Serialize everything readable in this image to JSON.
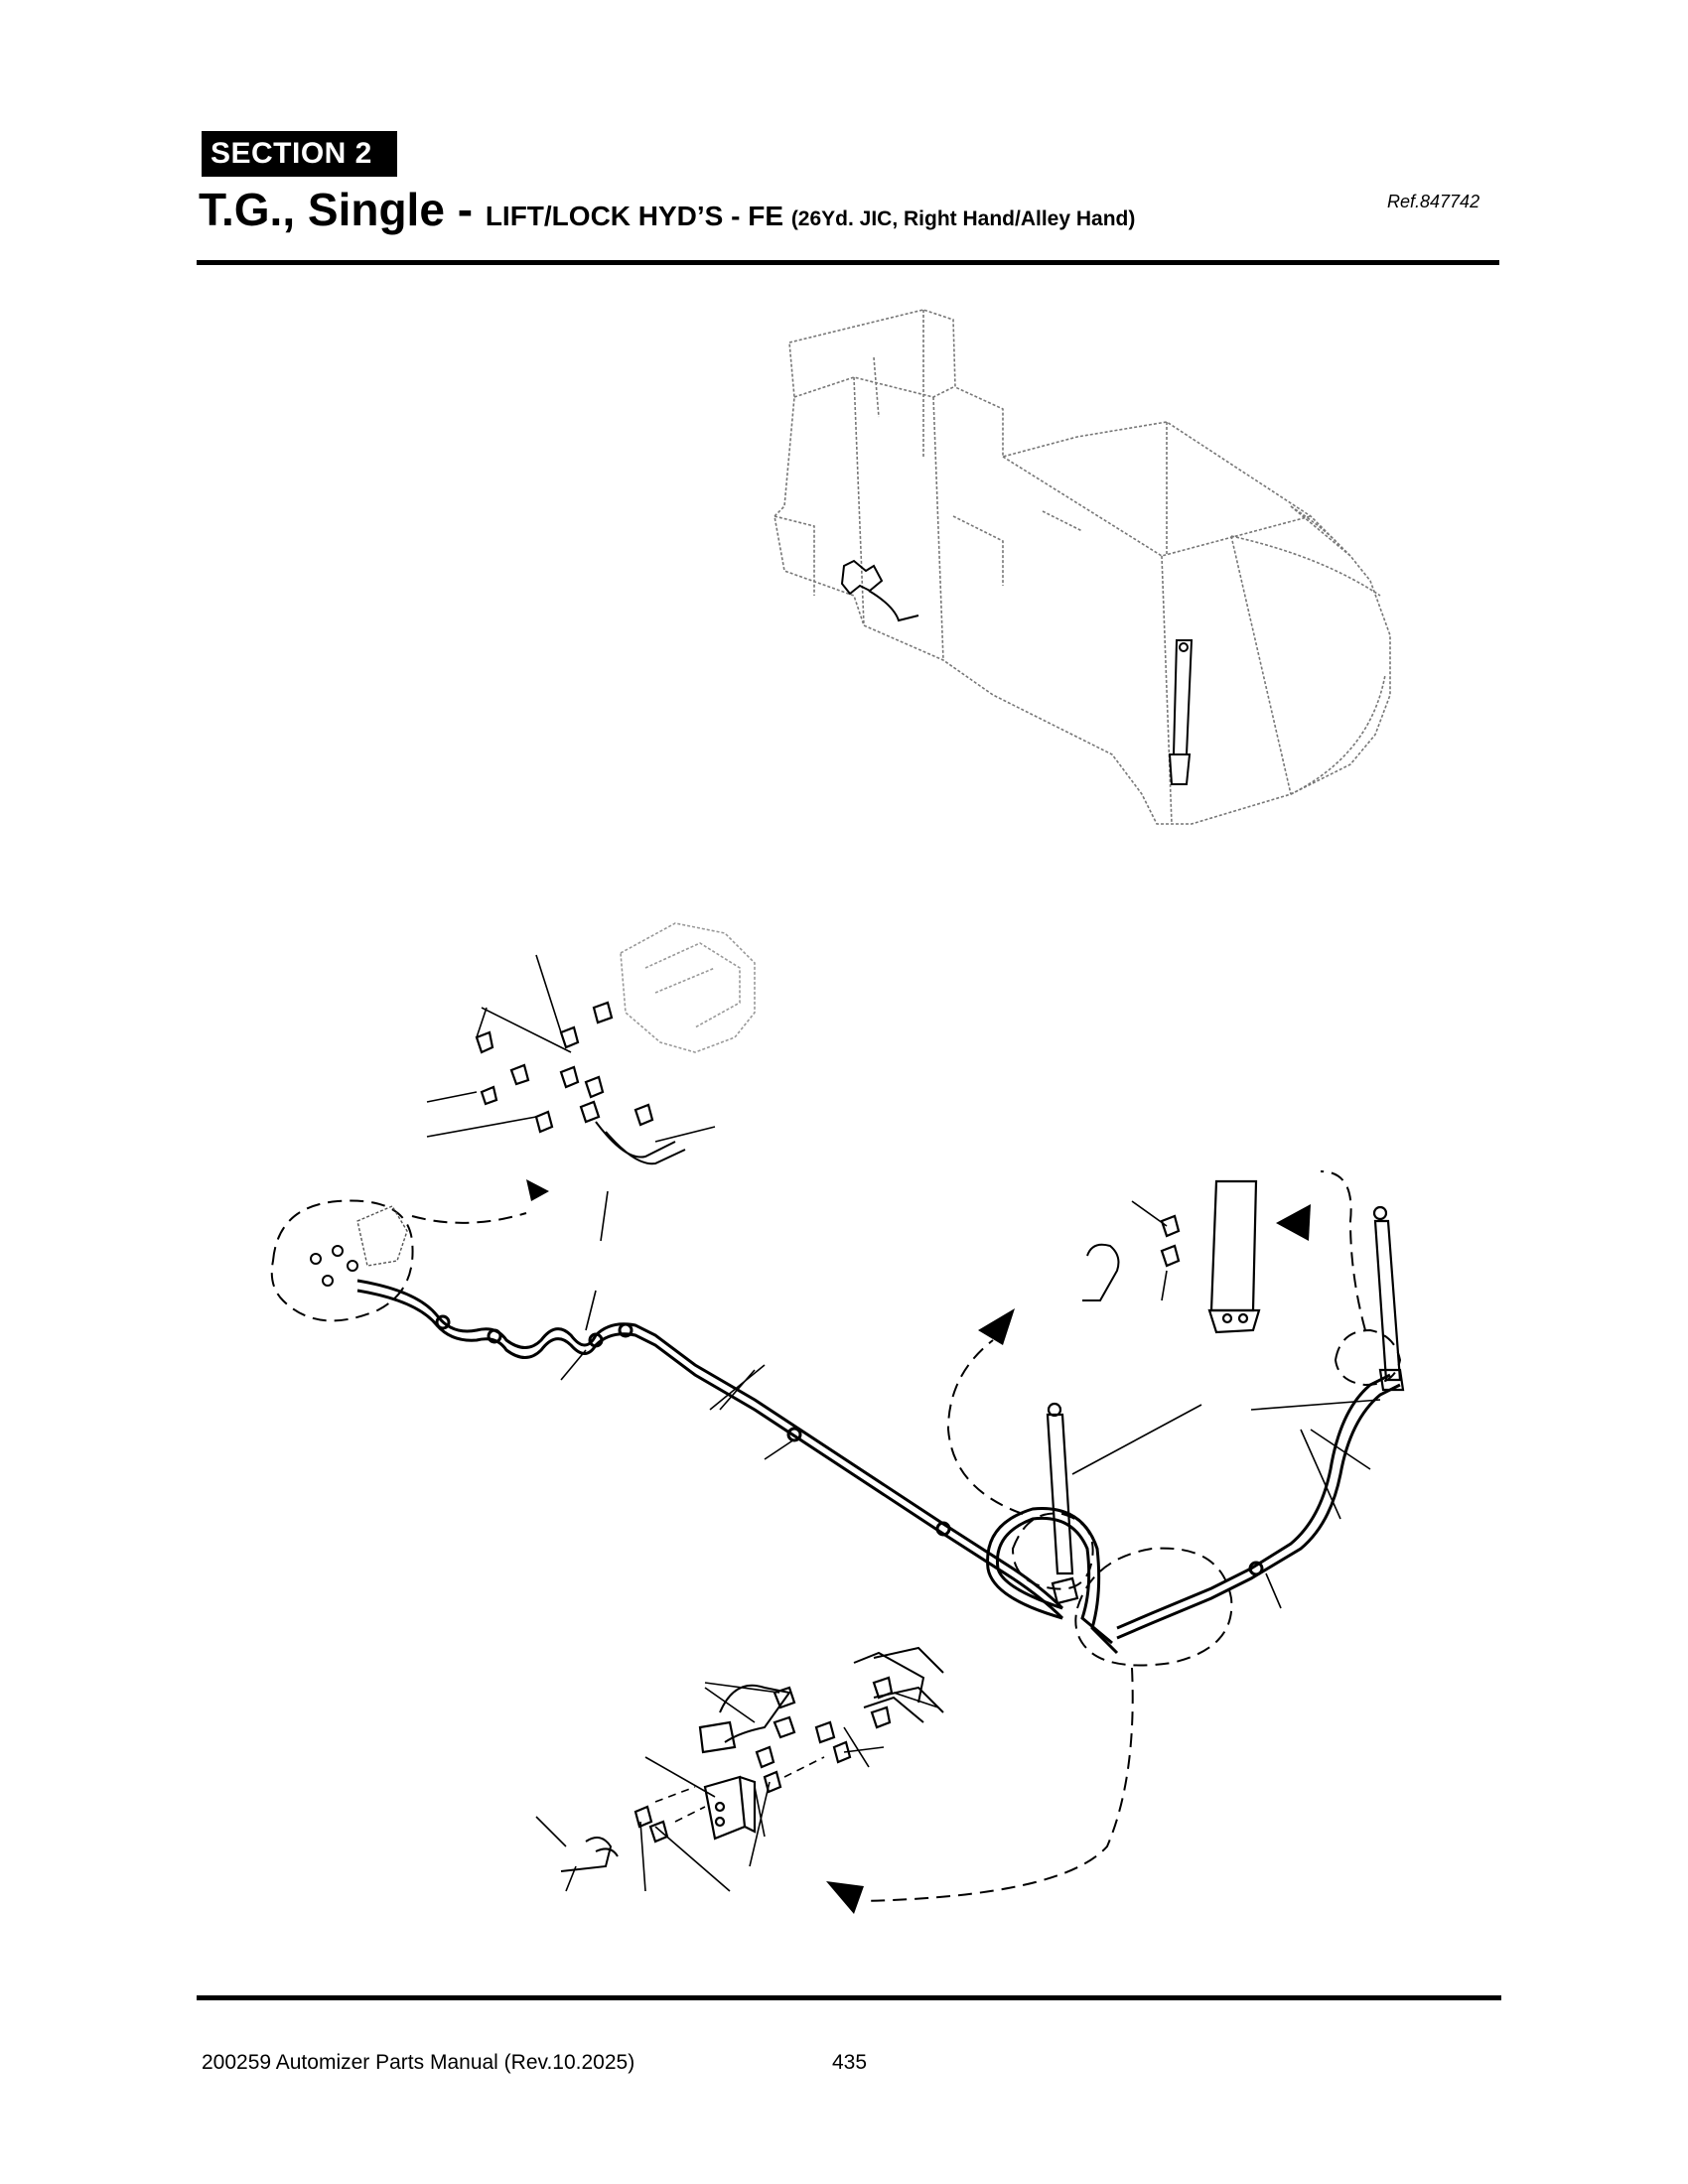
{
  "header": {
    "section_label": "SECTION  2",
    "title_main": "T.G., Single - ",
    "title_sub": "LIFT/LOCK HYD’S - FE ",
    "title_detail": "(26Yd. JIC, Right Hand/Alley Hand)",
    "reference": "Ref.847742"
  },
  "footer": {
    "manual_title": "200259 Automizer Parts Manual (Rev.10.2025)",
    "page_number": "435"
  },
  "figures": {
    "overview_icon": "truck-body-overview-drawing",
    "exploded_icon": "hydraulic-lift-lock-exploded-drawing"
  }
}
